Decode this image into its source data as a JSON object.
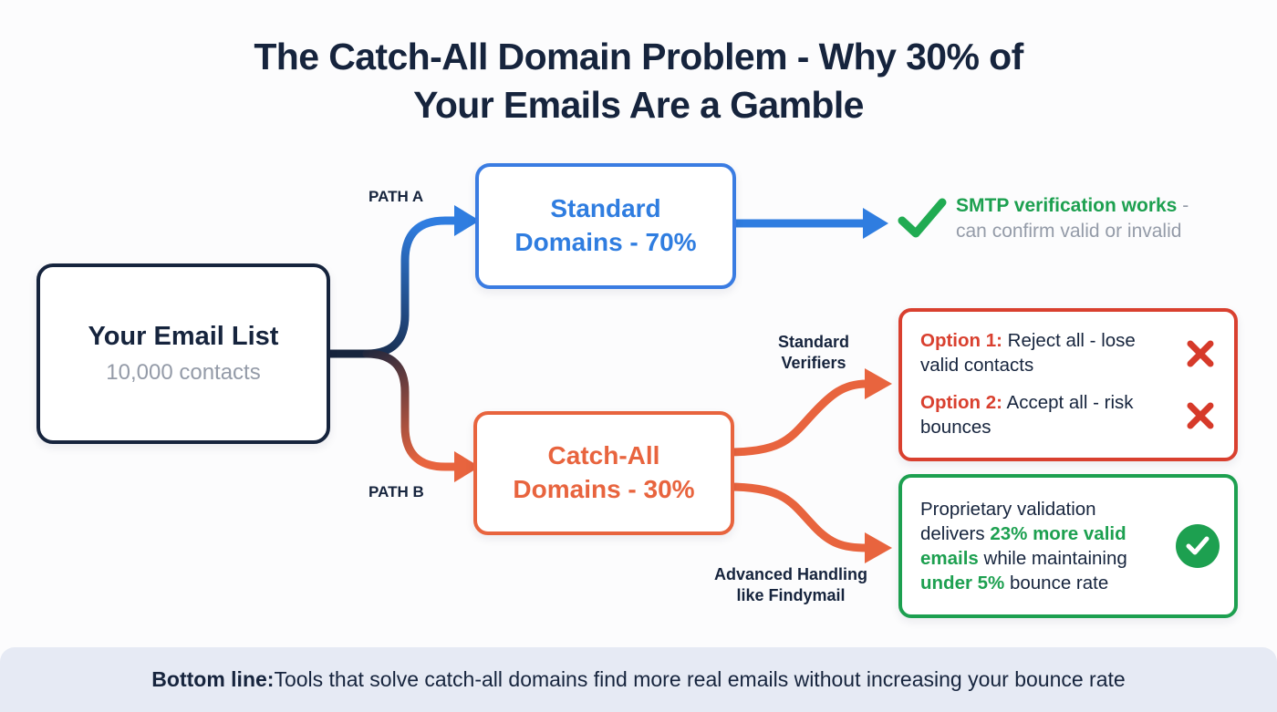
{
  "colors": {
    "navy": "#16243d",
    "blue": "#2f7de0",
    "blue-border": "#3a7ce2",
    "orange": "#e8643e",
    "red": "#d9402f",
    "green": "#1da050",
    "gray": "#949ba8",
    "bar-bg": "#e6eaf4",
    "bg": "#fcfcfd"
  },
  "title": {
    "line1": "The Catch-All Domain Problem - Why 30% of",
    "line2": "Your Emails Are a Gamble"
  },
  "source_box": {
    "title": "Your Email List",
    "subtitle": "10,000 contacts"
  },
  "path_labels": {
    "a": "PATH A",
    "b": "PATH B"
  },
  "standard_box": {
    "line1": "Standard",
    "line2": "Domains - 70%"
  },
  "catchall_box": {
    "line1": "Catch-All",
    "line2": "Domains - 30%"
  },
  "smtp_result": {
    "bold": "SMTP verification works",
    "suffix": " -",
    "line2": "can confirm valid or invalid"
  },
  "branch_labels": {
    "standard_verifiers": {
      "line1": "Standard",
      "line2": "Verifiers"
    },
    "advanced_handling": {
      "line1": "Advanced Handling",
      "line2": "like Findymail"
    }
  },
  "red_box": {
    "options": [
      {
        "label": "Option 1:",
        "text": " Reject all - lose valid contacts"
      },
      {
        "label": "Option 2:",
        "text": " Accept all - risk bounces"
      }
    ]
  },
  "green_box": {
    "segments": [
      {
        "text": "Proprietary validation delivers "
      },
      {
        "text": "23% more valid emails",
        "emphasis": true
      },
      {
        "text": " while maintaining "
      },
      {
        "text": "under 5%",
        "emphasis": true
      },
      {
        "text": " bounce rate"
      }
    ]
  },
  "bottom_bar": {
    "bold": "Bottom line:",
    "text": " Tools that solve catch-all domains find more real emails without increasing your bounce rate"
  }
}
